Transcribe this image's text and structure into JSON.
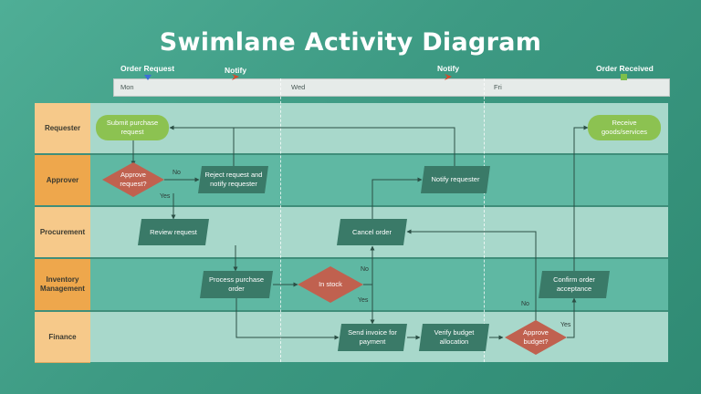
{
  "title": "Swimlane Activity Diagram",
  "milestones": [
    {
      "label": "Order Request"
    },
    {
      "label": "Notify"
    },
    {
      "label": "Notify"
    },
    {
      "label": "Order Received"
    }
  ],
  "timeline": [
    "Mon",
    "Wed",
    "Fri"
  ],
  "lanes": [
    "Requester",
    "Approver",
    "Procurement",
    "Inventory Management",
    "Finance"
  ],
  "nodes": {
    "submit": "Submit purchase request",
    "receive": "Receive goods/services",
    "approve": "Approve request?",
    "reject": "Reject request and notify requester",
    "notify": "Notify requester",
    "review": "Review request",
    "cancel": "Cancel order",
    "process": "Process purchase order",
    "instock": "In stock",
    "confirm": "Confirm order acceptance",
    "invoice": "Send invoice for payment",
    "verify": "Verify budget allocation",
    "budget": "Approve budget?"
  },
  "edge_labels": {
    "approve_no": "No",
    "approve_yes": "Yes",
    "instock_no": "No",
    "instock_yes": "Yes",
    "budget_no": "No",
    "budget_yes": "Yes"
  },
  "colors": {
    "start_end": "#8cc251",
    "process": "#3a7a68",
    "decision": "#c0614f",
    "lane_label": "#f6c98a",
    "lane_label_alt": "#eea74c"
  }
}
